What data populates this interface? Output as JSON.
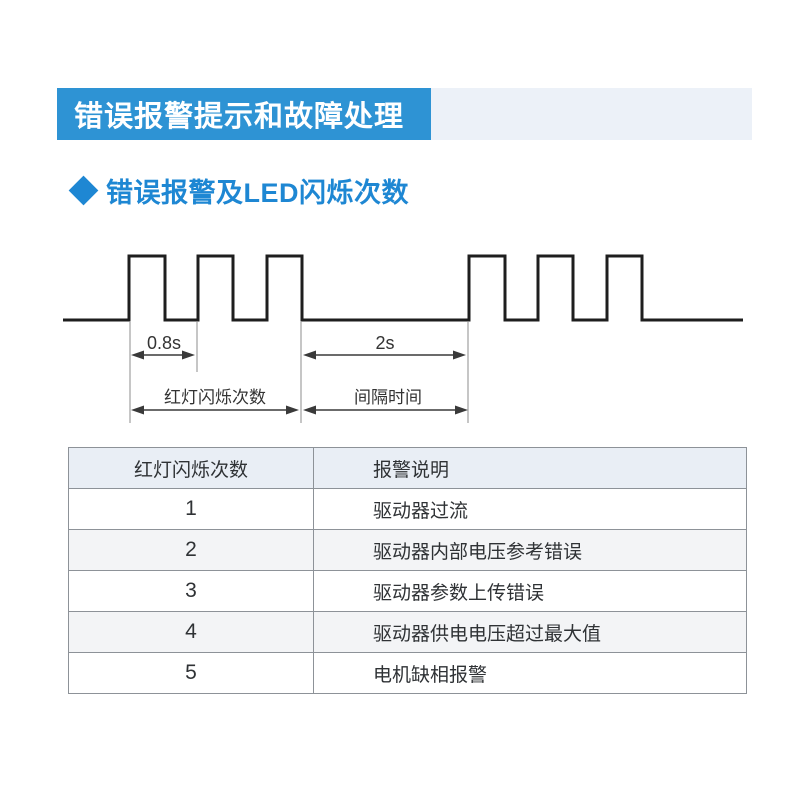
{
  "page": {
    "header_title": "错误报警提示和故障处理",
    "section_title": "◆",
    "section_title_text": "错误报警及LED闪烁次数"
  },
  "diagram": {
    "pulse_period_label": "0.8s",
    "gap_label": "2s",
    "blink_count_label": "红灯闪烁次数",
    "interval_time_label": "间隔时间"
  },
  "table": {
    "headers": {
      "count": "红灯闪烁次数",
      "description": "报警说明"
    },
    "rows": [
      {
        "count": "1",
        "description": "驱动器过流"
      },
      {
        "count": "2",
        "description": "驱动器内部电压参考错误"
      },
      {
        "count": "3",
        "description": "驱动器参数上传错误"
      },
      {
        "count": "4",
        "description": "驱动器供电电压超过最大值"
      },
      {
        "count": "5",
        "description": "电机缺相报警"
      }
    ]
  },
  "colors": {
    "header_bar_blue": "#2e93d4",
    "header_strip_light": "#ecf1f8",
    "section_title_blue": "#1e87d3",
    "table_header_bg": "#e9eef5",
    "table_alt_row_bg": "#f3f4f6",
    "table_border_gray": "#8d9298",
    "waveform_black": "#1e1e1e"
  }
}
